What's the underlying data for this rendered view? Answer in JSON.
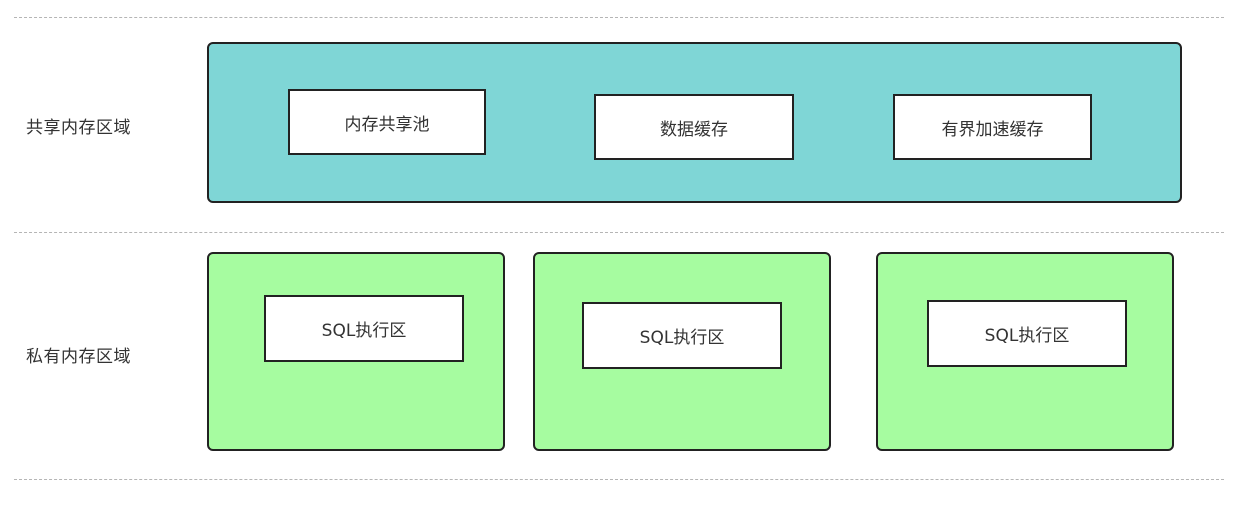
{
  "colors": {
    "shared_fill": "#7fd6d6",
    "private_fill": "#a6fca0",
    "divider": "#b5b5b5"
  },
  "shared_region": {
    "label": "共享内存区域",
    "boxes": [
      "内存共享池",
      "数据缓存",
      "有界加速缓存"
    ]
  },
  "private_region": {
    "label": "私有内存区域",
    "boxes": [
      "SQL执行区",
      "SQL执行区",
      "SQL执行区"
    ]
  }
}
